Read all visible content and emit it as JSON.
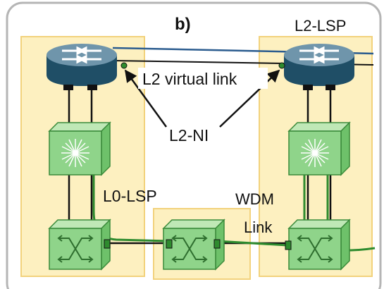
{
  "panel": {
    "label": "b)"
  },
  "labels": {
    "l2_lsp": "L2-LSP",
    "l2_virtual_link": "L2 virtual link",
    "l2_ni": "L2-NI",
    "l0_lsp": "L0-LSP",
    "wdm_link_line1": "WDM",
    "wdm_link_line2": "Link"
  },
  "colors": {
    "node_fill": "#fdf0c0",
    "node_stroke": "#f2d27c",
    "router_body": "#1f4e66",
    "router_top": "#6f95ab",
    "cube_front": "#8fd48a",
    "cube_top": "#bfe8b6",
    "cube_side": "#6ec16a",
    "cube_edge": "#3a8a3a",
    "lsp_green": "#2e8b2e",
    "blue_line": "#2b5c8f",
    "frame": "#b5b5b5"
  },
  "icons": [
    "router-icon",
    "transponder-icon",
    "oxc-switch-icon"
  ]
}
